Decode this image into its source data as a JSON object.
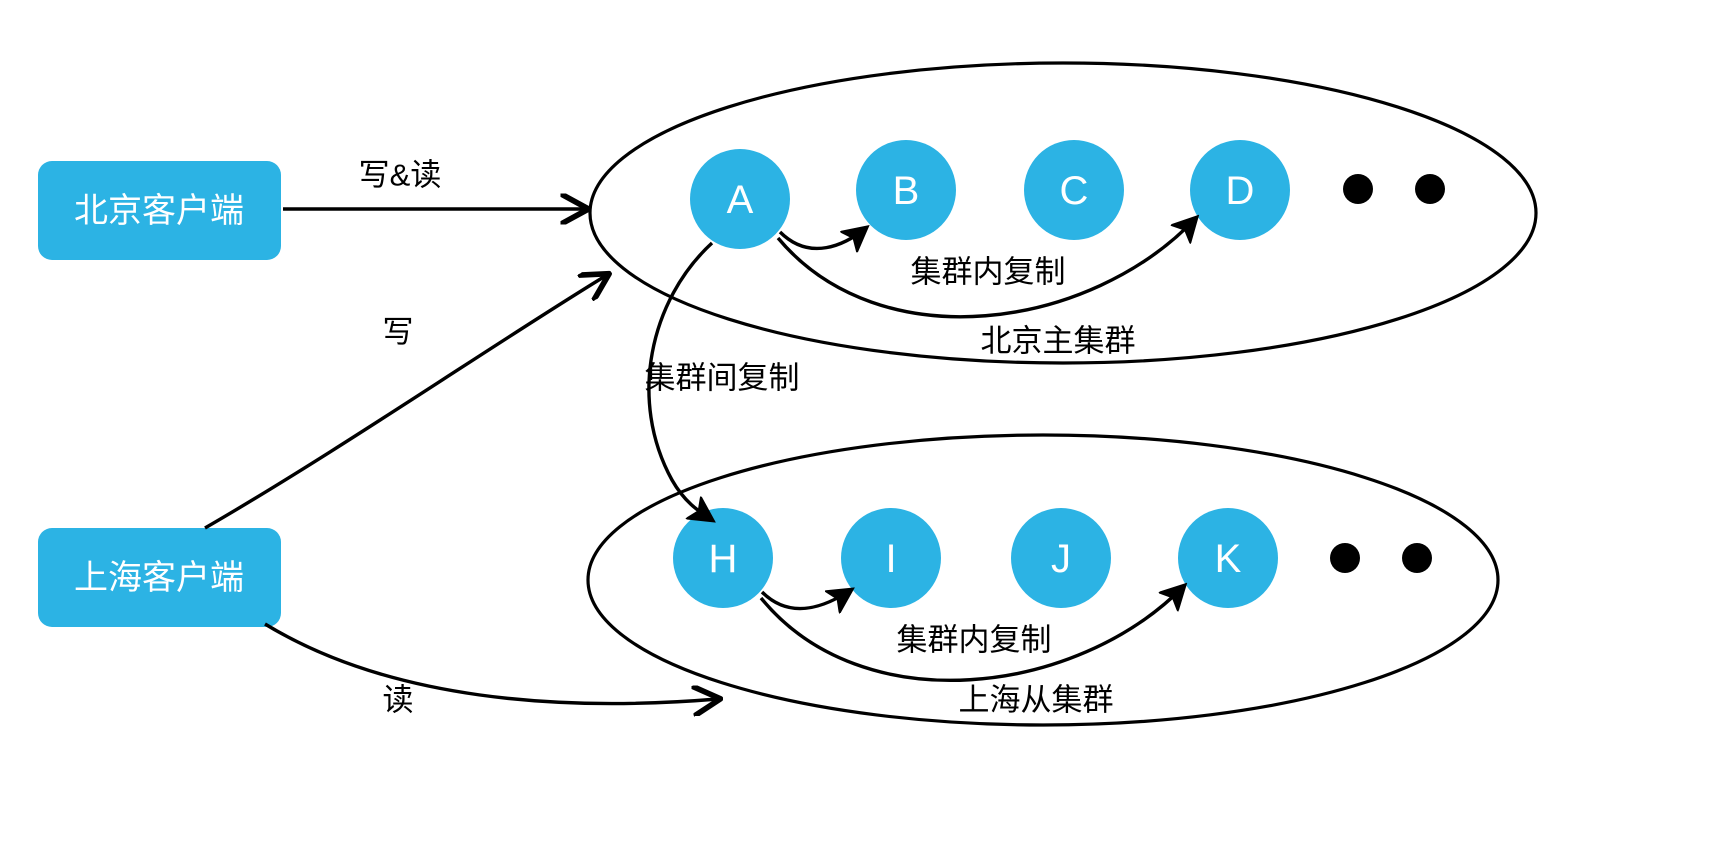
{
  "diagram": {
    "title": "",
    "colors": {
      "node_fill": "#2cb3e4",
      "client_fill": "#2cb3e4",
      "stroke": "#000000",
      "node_text": "#ffffff",
      "label_text": "#000000",
      "background": "#ffffff"
    },
    "clients": [
      {
        "id": "client-beijing",
        "label": "北京客户端"
      },
      {
        "id": "client-shanghai",
        "label": "上海客户端"
      }
    ],
    "clusters": [
      {
        "id": "cluster-beijing-primary",
        "caption": "北京主集群",
        "intra_label": "集群内复制",
        "nodes": [
          {
            "id": "node-a",
            "label": "A"
          },
          {
            "id": "node-b",
            "label": "B"
          },
          {
            "id": "node-c",
            "label": "C"
          },
          {
            "id": "node-d",
            "label": "D"
          }
        ],
        "ellipsis_dots": 2
      },
      {
        "id": "cluster-shanghai-replica",
        "caption": "上海从集群",
        "intra_label": "集群内复制",
        "nodes": [
          {
            "id": "node-h",
            "label": "H"
          },
          {
            "id": "node-i",
            "label": "I"
          },
          {
            "id": "node-j",
            "label": "J"
          },
          {
            "id": "node-k",
            "label": "K"
          }
        ],
        "ellipsis_dots": 2
      }
    ],
    "edges": [
      {
        "id": "edge-beijing-write-read",
        "label": "写&读",
        "from": "client-beijing",
        "to": "cluster-beijing-primary"
      },
      {
        "id": "edge-shanghai-write",
        "label": "写",
        "from": "client-shanghai",
        "to": "cluster-beijing-primary"
      },
      {
        "id": "edge-shanghai-read",
        "label": "读",
        "from": "client-shanghai",
        "to": "cluster-shanghai-replica"
      },
      {
        "id": "edge-inter-cluster-replication",
        "label": "集群间复制",
        "from": "node-a",
        "to": "node-h"
      }
    ]
  }
}
